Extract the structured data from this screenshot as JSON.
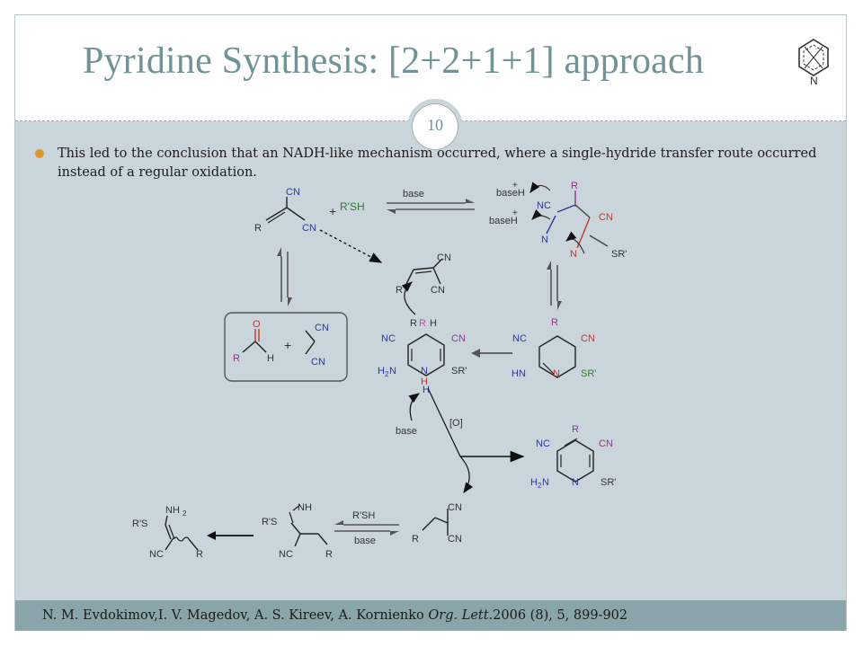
{
  "slide": {
    "title": "Pyridine Synthesis: [2+2+1+1] approach",
    "page_number": "10",
    "bullet": "This led to the conclusion that an NADH-like mechanism occurred, where a single-hydride transfer route occurred instead of a regular oxidation.",
    "citation": {
      "authors": "N. M. Evdokimov,I. V. Magedov, A. S. Kireev, A. Kornienko ",
      "journal": "Org. Lett.",
      "details": "2006 (8), 5, 899-902"
    }
  },
  "scheme": {
    "labels": {
      "cn": "CN",
      "nc": "NC",
      "r": "R",
      "h": "H",
      "n": "N",
      "nh": "NH",
      "nh2": "NH",
      "h2": "2",
      "h2n": "H",
      "h2n_tail": "N",
      "hn": "HN",
      "o": "O",
      "sr": "SR'",
      "rsh": "R'SH",
      "rs": "R'S",
      "plus": "+",
      "base": "base",
      "baseh": "baseH",
      "ox": "[O]"
    },
    "colors": {
      "blue": "#2a3aa0",
      "purple": "#8a3a8c",
      "red": "#c0392b",
      "green": "#2f7d2f",
      "pink": "#d83fa6",
      "gray": "#444444"
    }
  }
}
